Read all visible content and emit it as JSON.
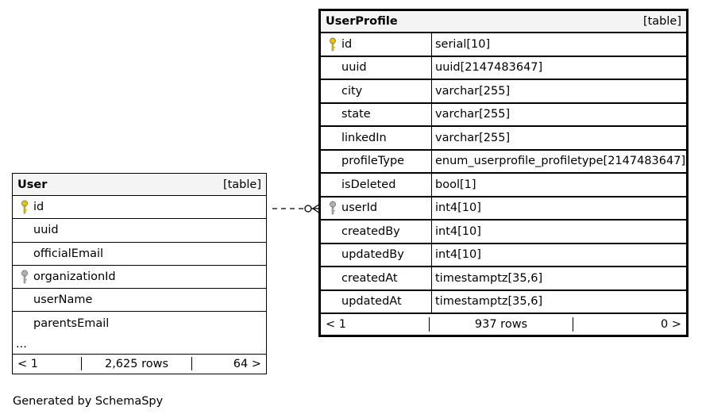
{
  "user_table": {
    "name": "User",
    "kind": "[table]",
    "columns": [
      {
        "name": "id",
        "key": "primary"
      },
      {
        "name": "uuid",
        "key": "none"
      },
      {
        "name": "officialEmail",
        "key": "none"
      },
      {
        "name": "organizationId",
        "key": "foreign"
      },
      {
        "name": "userName",
        "key": "none"
      },
      {
        "name": "parentsEmail",
        "key": "none"
      }
    ],
    "ellipsis": "...",
    "footer": {
      "left": "< 1",
      "middle": "2,625 rows",
      "right": "64 >"
    }
  },
  "userprofile_table": {
    "name": "UserProfile",
    "kind": "[table]",
    "columns": [
      {
        "name": "id",
        "type": "serial[10]",
        "key": "primary"
      },
      {
        "name": "uuid",
        "type": "uuid[2147483647]",
        "key": "none"
      },
      {
        "name": "city",
        "type": "varchar[255]",
        "key": "none"
      },
      {
        "name": "state",
        "type": "varchar[255]",
        "key": "none"
      },
      {
        "name": "linkedIn",
        "type": "varchar[255]",
        "key": "none"
      },
      {
        "name": "profileType",
        "type": "enum_userprofile_profiletype[2147483647]",
        "key": "none"
      },
      {
        "name": "isDeleted",
        "type": "bool[1]",
        "key": "none"
      },
      {
        "name": "userId",
        "type": "int4[10]",
        "key": "foreign"
      },
      {
        "name": "createdBy",
        "type": "int4[10]",
        "key": "none"
      },
      {
        "name": "updatedBy",
        "type": "int4[10]",
        "key": "none"
      },
      {
        "name": "createdAt",
        "type": "timestamptz[35,6]",
        "key": "none"
      },
      {
        "name": "updatedAt",
        "type": "timestamptz[35,6]",
        "key": "none"
      }
    ],
    "footer": {
      "left": "< 1",
      "middle": "937 rows",
      "right": "0 >"
    }
  },
  "relationship": {
    "from": "User.id",
    "to": "UserProfile.userId",
    "cardinality": "zero-or-many"
  },
  "colors": {
    "primary_key": "#e6c300",
    "foreign_key": "#b0b0b0",
    "header_bg": "#f4f4f4"
  },
  "generated_by": "Generated by SchemaSpy"
}
